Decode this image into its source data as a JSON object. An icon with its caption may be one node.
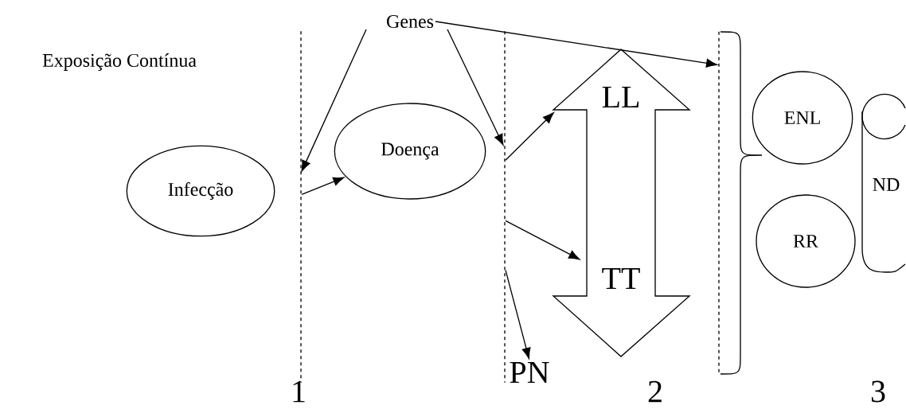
{
  "diagram": {
    "nodes": [
      {
        "text": [
          "Genes"
        ]
      },
      {
        "text": [
          "Infecção"
        ]
      },
      {
        "text": [
          "Doença"
        ]
      },
      {
        "text": [
          "LL",
          "TT"
        ]
      },
      {
        "text": [
          "PN"
        ]
      },
      {
        "text": [
          "ENL"
        ]
      },
      {
        "text": [
          "RR"
        ]
      },
      {
        "text": [],
        "shape": "line"
      },
      {
        "text": [],
        "shape": "line"
      },
      {
        "text": [],
        "shape": "line"
      }
    ],
    "edges": [
      {
        "from": 0,
        "to": 7,
        "arrow": "to"
      },
      {
        "from": 0,
        "to": 8,
        "arrow": "to"
      },
      {
        "from": 0,
        "to": 9,
        "arrow": "to"
      },
      {
        "from": 7,
        "to": 2,
        "arrow": "to"
      },
      {
        "from": 8,
        "to": 3,
        "arrow": "to"
      },
      {
        "from": 8,
        "to": 3,
        "arrow": "to"
      },
      {
        "from": 8,
        "to": 4,
        "arrow": "to"
      }
    ],
    "labels": [
      "Exposição Contínua",
      "ND",
      "1",
      "2",
      "3"
    ]
  }
}
